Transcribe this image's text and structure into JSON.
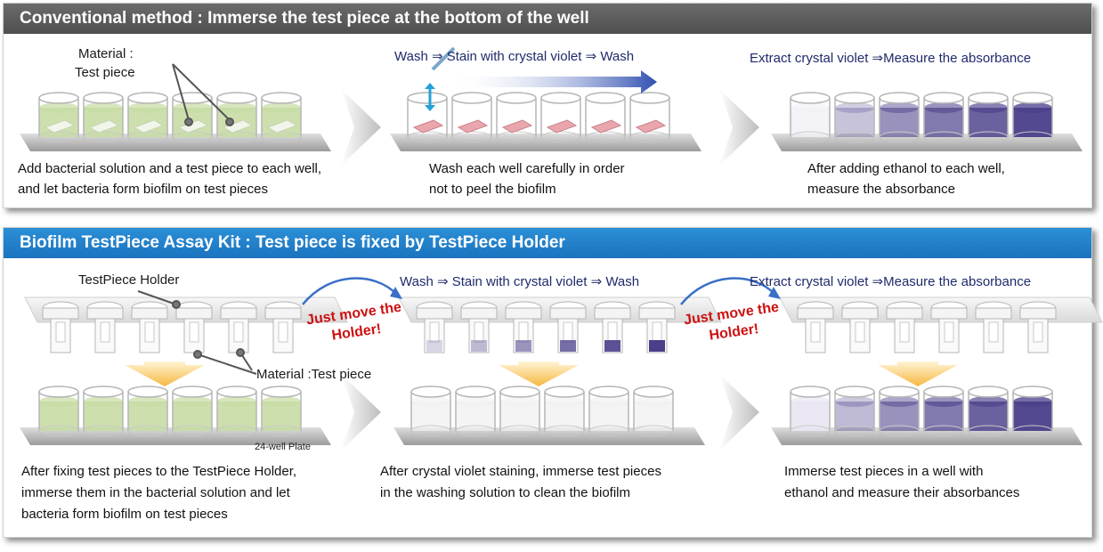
{
  "colors": {
    "conventional_header": "#555555",
    "kit_header": "#1f7fc9",
    "step_text": "#1f2a6b",
    "highlight_text": "#cc1111",
    "culture": "#c7dca4",
    "stain_light": "#c9c0dd",
    "stain_dark": "#4a3f8a",
    "test_piece": "#e9a7ad"
  },
  "conventional": {
    "title": "Conventional method : Immerse the test piece at the bottom of the well",
    "material_label_line1": "Material :",
    "material_label_line2": "Test piece",
    "step_wash": "Wash ⇒ Stain with crystal violet ⇒ Wash",
    "step_extract": "Extract crystal violet ⇒Measure the absorbance",
    "desc1_line1": "Add bacterial solution and a test piece to each well,",
    "desc1_line2": "and let bacteria form biofilm on test pieces",
    "desc2_line1": "Wash each well carefully in order",
    "desc2_line2": "not to peel the biofilm",
    "desc3_line1": "After adding ethanol to each well,",
    "desc3_line2": "measure the absorbance"
  },
  "kit": {
    "title": "Biofilm TestPiece Assay Kit : Test piece is fixed by TestPiece Holder",
    "holder_label": "TestPiece Holder",
    "material_label": "Material :Test piece",
    "step_wash": "Wash ⇒ Stain with crystal violet ⇒ Wash",
    "step_extract": "Extract crystal violet ⇒Measure the absorbance",
    "move_line1": "Just move the",
    "move_line2": "Holder!",
    "plate_label": "24-well Plate",
    "desc1_line1": "After fixing test pieces to the TestPiece Holder,",
    "desc1_line2": "immerse them in the bacterial solution and let",
    "desc1_line3": "bacteria form biofilm on test pieces",
    "desc2_line1": "After crystal violet staining, immerse test pieces",
    "desc2_line2": "in the washing solution to clean the biofilm",
    "desc3_line1": "Immerse test pieces in a well with",
    "desc3_line2": "ethanol and measure their absorbances"
  }
}
